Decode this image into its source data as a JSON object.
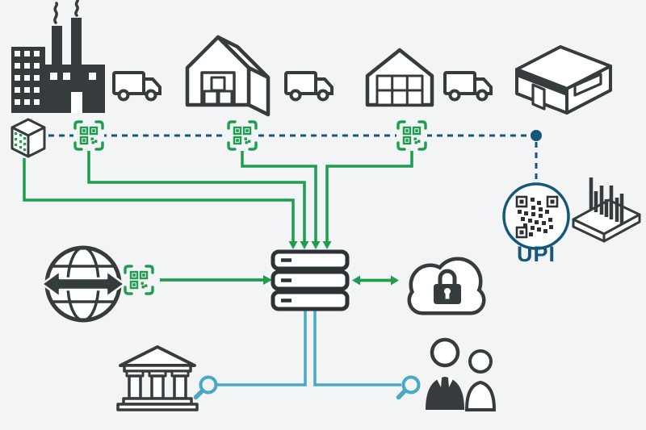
{
  "labels": {
    "upi": "UPI"
  },
  "colors": {
    "background": "#f2f4f5",
    "icon_outline": "#363b3e",
    "accent_green": "#1e9d4f",
    "accent_navy": "#15567d",
    "accent_teal": "#49a8c6"
  },
  "diagram": {
    "type": "flow",
    "nodes": [
      {
        "id": "factory",
        "name": "factory"
      },
      {
        "id": "truck-1",
        "name": "delivery-truck"
      },
      {
        "id": "warehouse",
        "name": "warehouse"
      },
      {
        "id": "truck-2",
        "name": "delivery-truck"
      },
      {
        "id": "store",
        "name": "distribution-store"
      },
      {
        "id": "truck-3",
        "name": "delivery-truck"
      },
      {
        "id": "retail-store",
        "name": "retail-store"
      },
      {
        "id": "package",
        "name": "package-with-qr-code"
      },
      {
        "id": "qr-scan-1",
        "name": "qr-scan-checkpoint"
      },
      {
        "id": "qr-scan-2",
        "name": "qr-scan-checkpoint"
      },
      {
        "id": "qr-scan-3",
        "name": "qr-scan-checkpoint"
      },
      {
        "id": "upi-badge",
        "name": "upi-qr-badge",
        "label": "UPI"
      },
      {
        "id": "barcode-3d",
        "name": "3d-barcode-structure"
      },
      {
        "id": "globe",
        "name": "global-data-exchange"
      },
      {
        "id": "qr-scan-globe",
        "name": "qr-scan-checkpoint"
      },
      {
        "id": "server",
        "name": "central-server"
      },
      {
        "id": "secure-cloud",
        "name": "secure-cloud-storage"
      },
      {
        "id": "bank",
        "name": "bank-institution"
      },
      {
        "id": "inspectors",
        "name": "officials"
      },
      {
        "id": "magnifier-left",
        "name": "audit-search"
      },
      {
        "id": "magnifier-right",
        "name": "audit-search"
      }
    ],
    "edges": [
      {
        "from": "package",
        "to": "upi-badge",
        "style": "dashed-navy",
        "via": [
          "qr-scan-1",
          "qr-scan-2",
          "qr-scan-3"
        ]
      },
      {
        "from": "package",
        "to": "server",
        "style": "green-arrow"
      },
      {
        "from": "qr-scan-1",
        "to": "server",
        "style": "green-arrow"
      },
      {
        "from": "qr-scan-2",
        "to": "server",
        "style": "green-arrow"
      },
      {
        "from": "qr-scan-3",
        "to": "server",
        "style": "green-arrow"
      },
      {
        "from": "globe",
        "to": "server",
        "style": "green-arrow"
      },
      {
        "from": "server",
        "to": "secure-cloud",
        "style": "green-arrow-bidirectional"
      },
      {
        "from": "server",
        "to": "magnifier-left",
        "style": "teal-line"
      },
      {
        "from": "server",
        "to": "magnifier-right",
        "style": "teal-line"
      }
    ]
  }
}
